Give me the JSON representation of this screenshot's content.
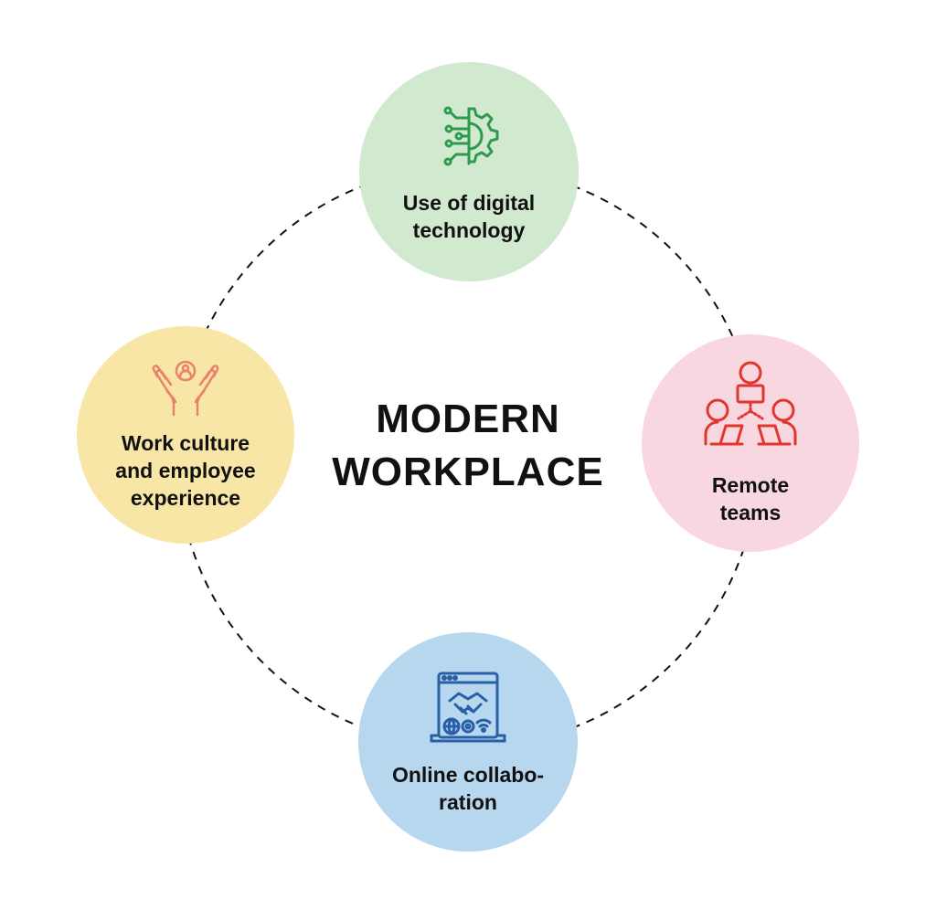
{
  "title": "MODERN\nWORKPLACE",
  "nodes": [
    {
      "label": "Use of digital\ntechnology",
      "color": "#d1e9cf",
      "icon": "digital-gear-circuit-icon",
      "icon_color": "#2e9a4d"
    },
    {
      "label": "Remote\nteams",
      "color": "#f8d7e0",
      "icon": "remote-team-people-icon",
      "icon_color": "#e0362c"
    },
    {
      "label": "Online collabo-\nration",
      "color": "#b6d7ee",
      "icon": "browser-handshake-icon",
      "icon_color": "#2a5fa8"
    },
    {
      "label": "Work culture\nand employee\nexperience",
      "color": "#f8e6a6",
      "icon": "hands-person-icon",
      "icon_color": "#e8826a"
    }
  ],
  "connector": {
    "style": "dashed",
    "color": "#111111"
  }
}
